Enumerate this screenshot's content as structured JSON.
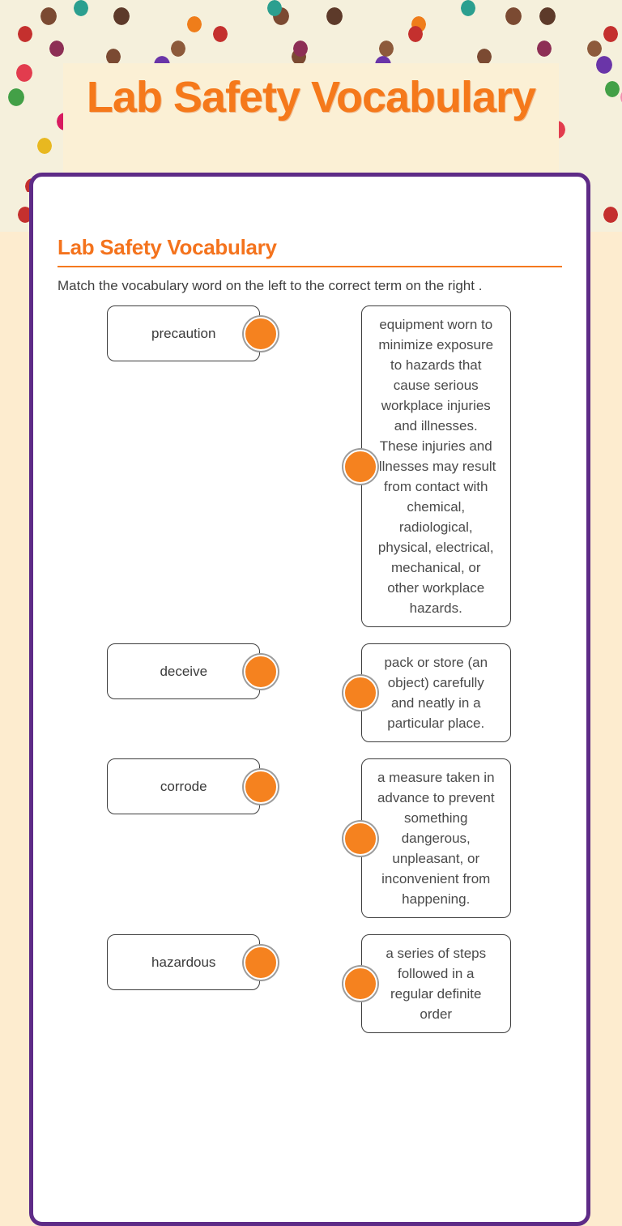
{
  "banner": {
    "title": "Lab Safety Vocabulary"
  },
  "worksheet": {
    "heading": "Lab Safety Vocabulary",
    "instructions": "Match the vocabulary word on the left to the correct term on the right .",
    "pairs": [
      {
        "word": "precaution",
        "definition": "equipment worn to minimize exposure to hazards that cause serious workplace injuries and illnesses. These injuries and illnesses may result from contact with chemical, radiological, physical, electrical, mechanical, or other workplace hazards."
      },
      {
        "word": "deceive",
        "definition": "pack or store (an object) carefully and neatly in a particular place."
      },
      {
        "word": "corrode",
        "definition": "a measure taken in advance to prevent something dangerous, unpleasant, or inconvenient from happening."
      },
      {
        "word": "hazardous",
        "definition": "a series of steps followed in a regular definite order"
      }
    ]
  },
  "colors": {
    "accent_orange": "#f5791b",
    "heading_orange": "#f4731d",
    "connector_orange": "#f5821f",
    "card_border_purple": "#5e2b87",
    "page_peach": "#fdeccf",
    "banner_cream": "#f5f0dc",
    "title_box_cream": "#fbf0d5"
  }
}
